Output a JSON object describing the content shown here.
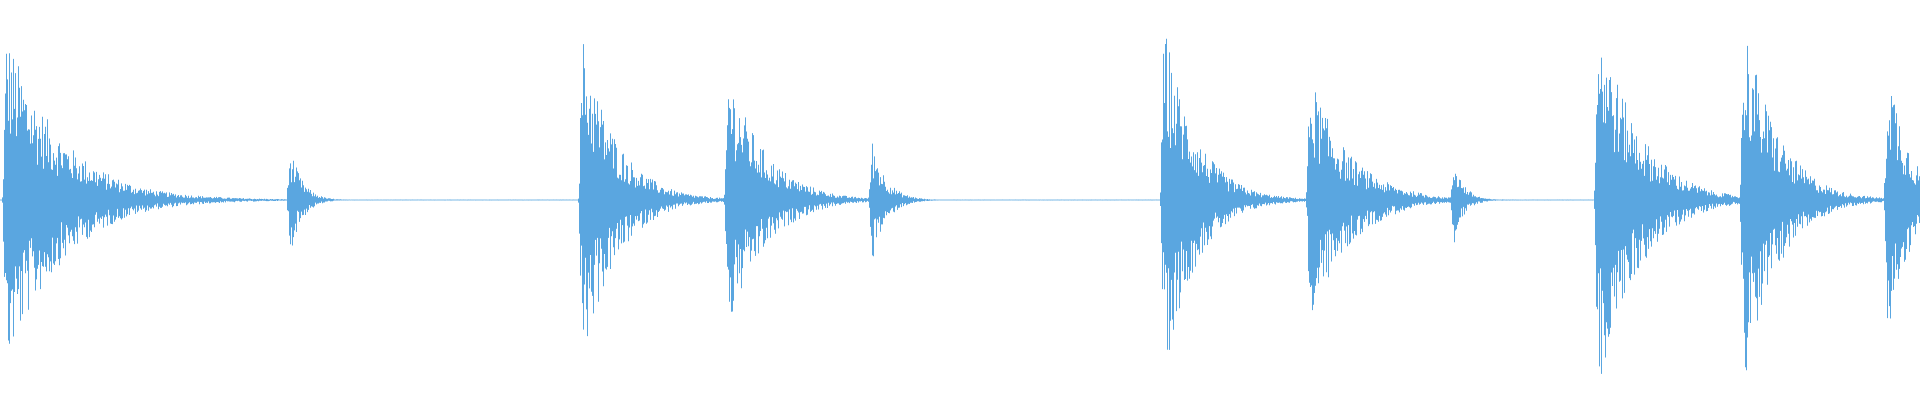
{
  "waveform": {
    "color": "#5aa6e0",
    "background": "#ffffff",
    "duration_units": 1,
    "transients": [
      {
        "t": 0.003,
        "peak": 0.82,
        "decay": 0.028,
        "tail": 0.07,
        "tail_level": 0.05
      },
      {
        "t": 0.151,
        "peak": 0.27,
        "decay": 0.006,
        "tail": 0.02,
        "tail_level": 0.01
      },
      {
        "t": 0.303,
        "peak": 0.82,
        "decay": 0.017,
        "tail": 0.05,
        "tail_level": 0.04
      },
      {
        "t": 0.379,
        "peak": 0.65,
        "decay": 0.018,
        "tail": 0.06,
        "tail_level": 0.04
      },
      {
        "t": 0.454,
        "peak": 0.31,
        "decay": 0.007,
        "tail": 0.03,
        "tail_level": 0.01
      },
      {
        "t": 0.606,
        "peak": 0.88,
        "decay": 0.016,
        "tail": 0.05,
        "tail_level": 0.04
      },
      {
        "t": 0.682,
        "peak": 0.62,
        "decay": 0.019,
        "tail": 0.07,
        "tail_level": 0.04
      },
      {
        "t": 0.757,
        "peak": 0.22,
        "decay": 0.005,
        "tail": 0.02,
        "tail_level": 0.01
      },
      {
        "t": 0.832,
        "peak": 0.95,
        "decay": 0.02,
        "tail": 0.06,
        "tail_level": 0.05
      },
      {
        "t": 0.908,
        "peak": 0.9,
        "decay": 0.017,
        "tail": 0.05,
        "tail_level": 0.05
      },
      {
        "t": 0.983,
        "peak": 0.72,
        "decay": 0.011,
        "tail": 0.02,
        "tail_level": 0.04
      }
    ]
  }
}
